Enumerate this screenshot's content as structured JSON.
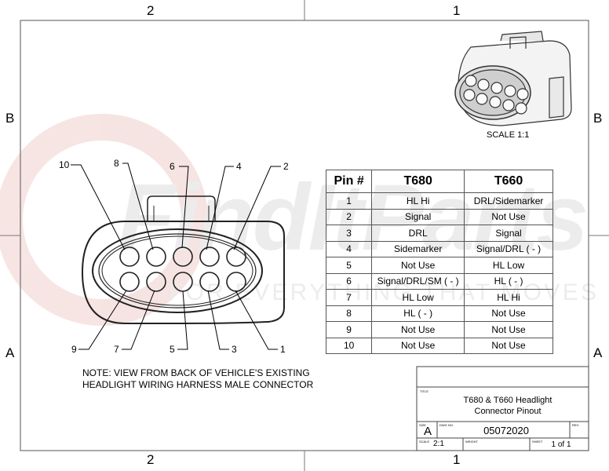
{
  "zones": {
    "top_left": "2",
    "top_right": "1",
    "left_top": "B",
    "left_bottom": "A",
    "right_top": "B",
    "right_bottom": "A",
    "bottom_left": "2",
    "bottom_right": "1"
  },
  "watermark": {
    "brand": "FindItParts",
    "tagline": "FOR EVERYTHING THAT MOVES"
  },
  "connector_view": {
    "scale_label": "SCALE 1:1"
  },
  "pin_callouts": {
    "top": [
      "10",
      "8",
      "6",
      "4",
      "2"
    ],
    "bottom": [
      "9",
      "7",
      "5",
      "3",
      "1"
    ]
  },
  "note": {
    "line1": "NOTE: VIEW FROM BACK OF VEHICLE'S EXISTING",
    "line2": "HEADLIGHT WIRING HARNESS MALE CONNECTOR"
  },
  "pin_table": {
    "headers": [
      "Pin #",
      "T680",
      "T660"
    ],
    "rows": [
      [
        "1",
        "HL Hi",
        "DRL/Sidemarker"
      ],
      [
        "2",
        "Signal",
        "Not Use"
      ],
      [
        "3",
        "DRL",
        "Signal"
      ],
      [
        "4",
        "Sidemarker",
        "Signal/DRL ( - )"
      ],
      [
        "5",
        "Not Use",
        "HL Low"
      ],
      [
        "6",
        "Signal/DRL/SM ( - )",
        "HL ( - )"
      ],
      [
        "7",
        "HL Low",
        "HL Hi"
      ],
      [
        "8",
        "HL ( - )",
        "Not Use"
      ],
      [
        "9",
        "Not Use",
        "Not Use"
      ],
      [
        "10",
        "Not Use",
        "Not Use"
      ]
    ]
  },
  "title_block": {
    "title_label": "TITLE",
    "title_line1": "T680 & T660 Headlight",
    "title_line2": "Connector Pinout",
    "size_label": "SIZE",
    "size": "A",
    "dwg_label": "DWG NO.",
    "dwg_no": "05072020",
    "rev_label": "REV.",
    "scale_label": "SCALE",
    "scale": "2:1",
    "weight_label": "WEIGHT",
    "sheet_label": "SHEET",
    "sheet": "1 of 1"
  }
}
